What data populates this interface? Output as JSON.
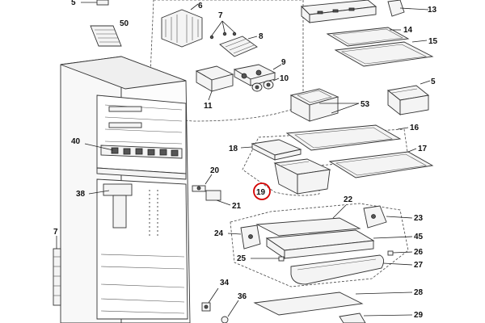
{
  "labels": {
    "p5": "5",
    "p50": "50",
    "p6": "6",
    "p7top": "7",
    "p8": "8",
    "p9": "9",
    "p10": "10",
    "p11": "11",
    "p53": "53",
    "p13": "13",
    "p14": "14",
    "p15": "15",
    "p5r": "5",
    "p16": "16",
    "p17": "17",
    "p18": "18",
    "p19": "19",
    "p40": "40",
    "p20": "20",
    "p38": "38",
    "p21": "21",
    "p22": "22",
    "p23": "23",
    "p24": "24",
    "p45": "45",
    "p26": "26",
    "p25": "25",
    "p27": "27",
    "p7": "7",
    "p34": "34",
    "p36": "36",
    "p28": "28",
    "p29": "29"
  },
  "highlight": {
    "part": "19",
    "color": "#d40000"
  }
}
